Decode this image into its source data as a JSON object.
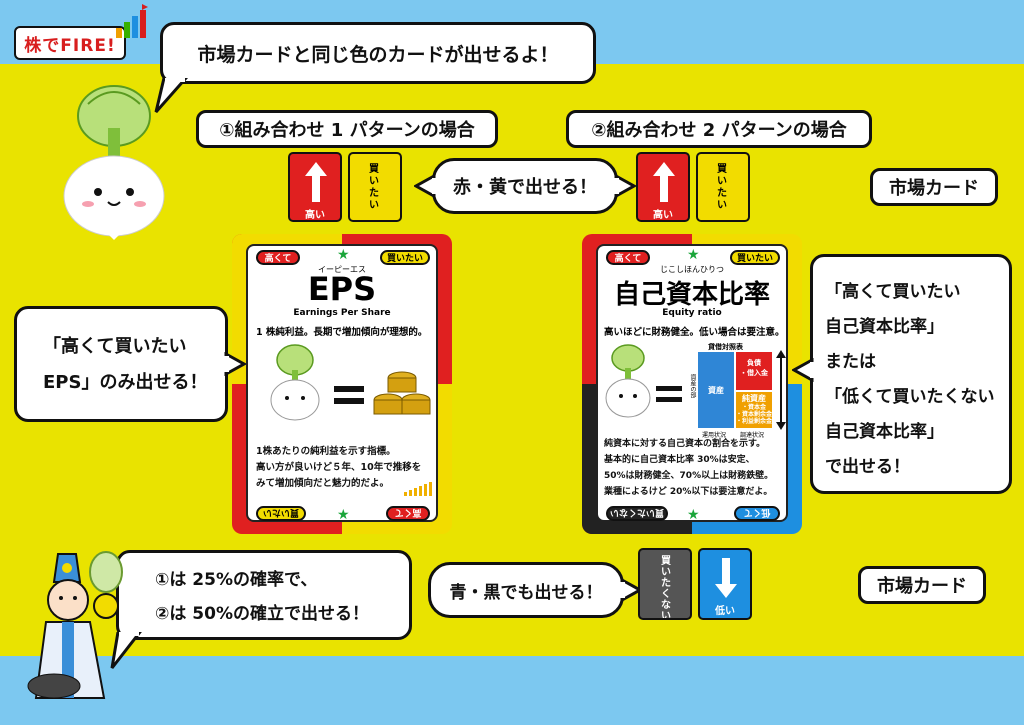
{
  "logo": {
    "text": "株でFIRE!"
  },
  "speech": {
    "top": "市場カードと同じ色のカードが出せるよ！",
    "center": "赤・黄で出せる！",
    "left": [
      "「高くて買いたい",
      "EPS」のみ出せる！"
    ],
    "right": [
      "「高くて買いたい",
      "自己資本比率」",
      "または",
      "「低くて買いたくない",
      "自己資本比率」",
      "で出せる！"
    ],
    "bottom_center": "青・黒でも出せる！",
    "bottom_left": [
      "①は 25%の確率で、",
      "②は 50%の確立で出せる！"
    ]
  },
  "labels": {
    "pattern1": "①組み合わせ 1 パターンの場合",
    "pattern2": "②組み合わせ 2 パターンの場合",
    "market_top": "市場カード",
    "market_bottom": "市場カード"
  },
  "mini_cards": {
    "high": "高い",
    "buy": "買いたい",
    "low": "低い",
    "no_buy": "買いたくない"
  },
  "eps_card": {
    "tag_left": "高くて",
    "tag_right": "買いたい",
    "ruby": "イーピーエス",
    "title": "EPS",
    "subtitle": "Earnings Per Share",
    "desc": "1 株純利益。長期で増加傾向が理想的。",
    "body": [
      "1株あたりの純利益を示す指標。",
      "高い方が良いけど５年、10年で推移を",
      "みて増加傾向だと魅力的だよ。"
    ],
    "bottom_left": "買いたい",
    "bottom_right": "高くて"
  },
  "equity_card": {
    "tag_left": "高くて",
    "tag_right": "買いたい",
    "ruby": "じこしほんひりつ",
    "title": "自己資本比率",
    "subtitle": "Equity ratio",
    "desc": "高いほどに財務健全。低い場合は要注意。",
    "sheet_title": "貸借対照表",
    "asset": "資産",
    "debt": "負債",
    "debt_sub": "・借入金",
    "equity": "純資産",
    "equity_sub": [
      "・資本金",
      "・資本剰余金",
      "・利益剰余金"
    ],
    "left_caption": "資産の部",
    "bottom_l": "運用状況",
    "bottom_r": "調達状況",
    "body": [
      "純資本に対する自己資本の割合を示す。",
      "基本的に自己資本比率 30%は安定、",
      "50%は財務健全、70%以上は財務鉄壁。",
      "業種によるけど 20%以下は要注意だよ。"
    ],
    "bottom_left": "買いたくない",
    "bottom_right": "低くて"
  },
  "colors": {
    "yellow": "#e9e300",
    "sky": "#7cc8f0",
    "red": "#e02020",
    "card_yellow": "#f2dc00",
    "blue": "#1e8fe0",
    "black": "#222222",
    "green": "#1aa53a"
  }
}
